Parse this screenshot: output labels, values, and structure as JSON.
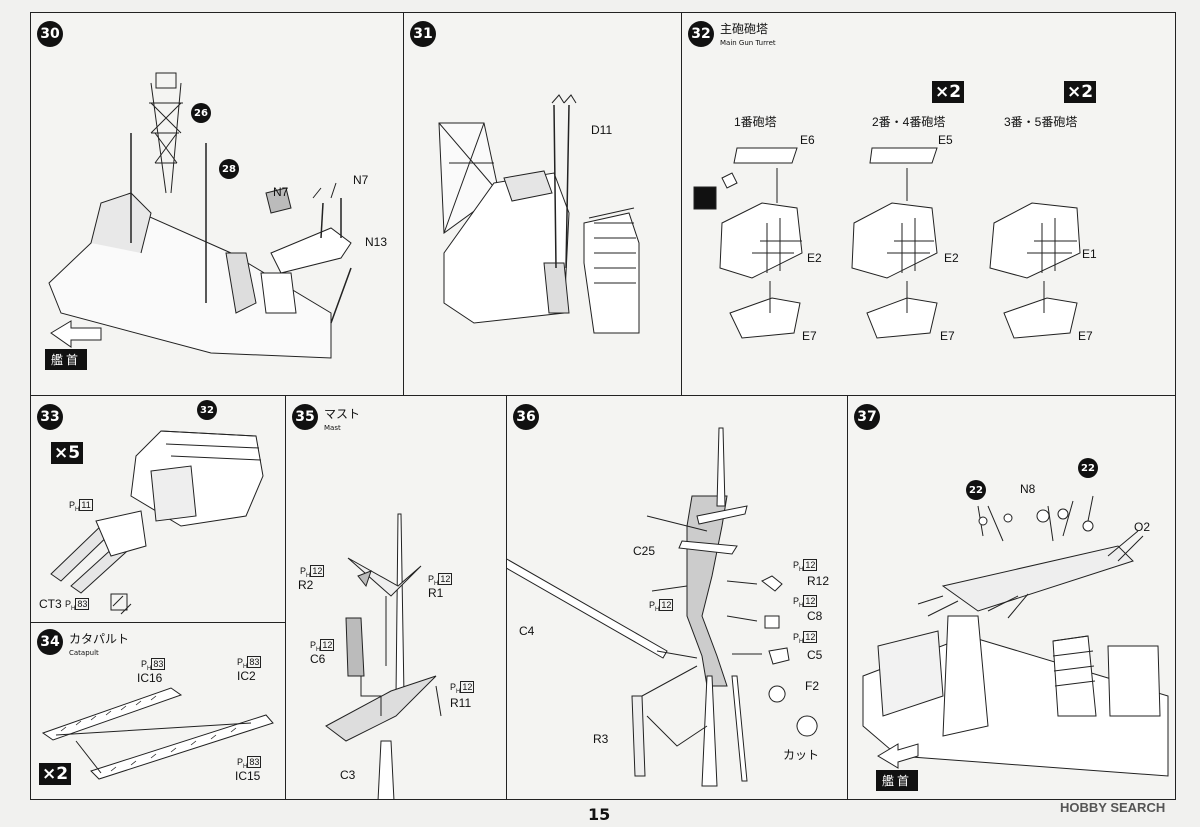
{
  "page_number": "15",
  "watermark": "HOBBY SEARCH",
  "steps": {
    "s30": {
      "number": "30",
      "refs": [
        "26",
        "28"
      ],
      "parts": [
        "N7",
        "N7",
        "N13"
      ],
      "bow": "艦首"
    },
    "s31": {
      "number": "31",
      "parts": [
        "D11"
      ]
    },
    "s32": {
      "number": "32",
      "title_jp": "主砲砲塔",
      "title_en": "Main Gun Turret",
      "turrets": [
        {
          "name": "1番砲塔",
          "multiplier": "",
          "top": "E6",
          "mid": "E2",
          "bottom": "E7"
        },
        {
          "name": "2番・4番砲塔",
          "multiplier": "×2",
          "top": "E5",
          "mid": "E2",
          "bottom": "E7"
        },
        {
          "name": "3番・5番砲塔",
          "multiplier": "×2",
          "top": "",
          "mid": "E1",
          "bottom": "E7"
        }
      ]
    },
    "s33": {
      "number": "33",
      "multiplier": "×5",
      "ref": "32",
      "ph1": "11",
      "part": "CT3",
      "ph2": "83"
    },
    "s34": {
      "number": "34",
      "title_jp": "カタパルト",
      "title_en": "Catapult",
      "multiplier": "×2",
      "parts": [
        {
          "label": "IC16",
          "ph": "83"
        },
        {
          "label": "IC2",
          "ph": "83"
        },
        {
          "label": "IC15",
          "ph": "83"
        }
      ]
    },
    "s35": {
      "number": "35",
      "title_jp": "マスト",
      "title_en": "Mast",
      "parts": [
        {
          "label": "R2",
          "ph": "12"
        },
        {
          "label": "R1",
          "ph": "12"
        },
        {
          "label": "C6",
          "ph": "12"
        },
        {
          "label": "R11",
          "ph": "12"
        },
        {
          "label": "C3",
          "ph": ""
        }
      ]
    },
    "s36": {
      "number": "36",
      "parts": [
        {
          "label": "C25",
          "ph": ""
        },
        {
          "label": "C4",
          "ph": ""
        },
        {
          "label": "R12",
          "ph": "12"
        },
        {
          "label": "C8",
          "ph": "12"
        },
        {
          "label": "C5",
          "ph": "12"
        },
        {
          "label": "F2",
          "ph": ""
        },
        {
          "label": "R3",
          "ph": ""
        }
      ],
      "ph_left": "12",
      "cut": "カット"
    },
    "s37": {
      "number": "37",
      "refs": [
        "22",
        "22"
      ],
      "parts": [
        "N8",
        "O2"
      ],
      "bow": "艦首"
    }
  }
}
